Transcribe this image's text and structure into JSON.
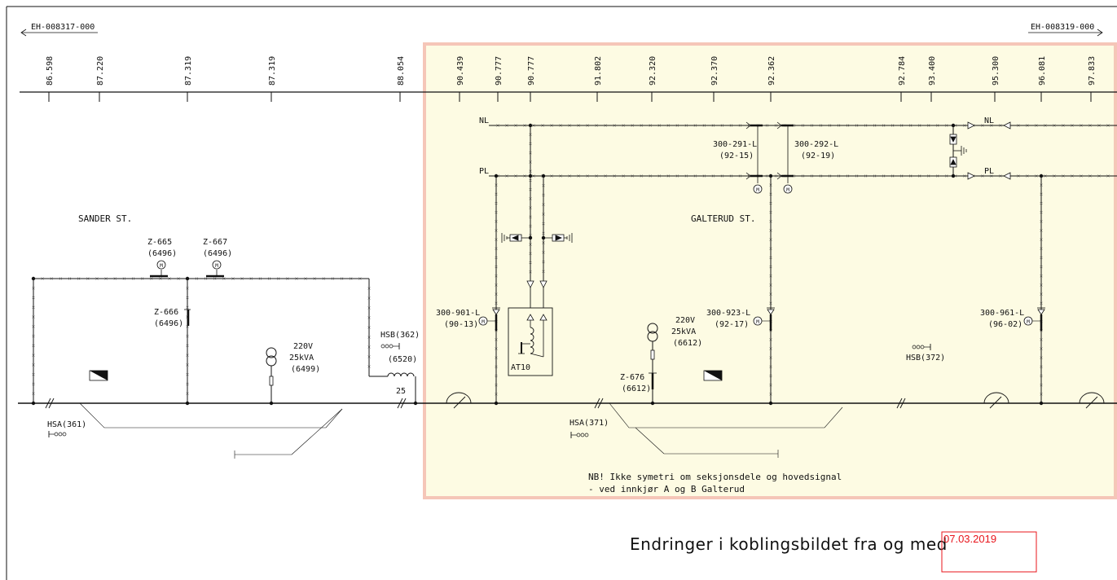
{
  "references": {
    "left": "EH-008317-000",
    "right": "EH-008319-000"
  },
  "km_ticks": [
    {
      "label": "86.598",
      "value": 86.598
    },
    {
      "label": "87.220",
      "value": 87.22
    },
    {
      "label": "87.319",
      "value": 87.319
    },
    {
      "label": "87.319",
      "value": 87.319
    },
    {
      "label": "88.054",
      "value": 88.054
    },
    {
      "label": "90.439",
      "value": 90.439
    },
    {
      "label": "90.777",
      "value": 90.777
    },
    {
      "label": "90.777",
      "value": 90.777
    },
    {
      "label": "91.802",
      "value": 91.802
    },
    {
      "label": "92.320",
      "value": 92.32
    },
    {
      "label": "92.370",
      "value": 92.37
    },
    {
      "label": "92.362",
      "value": 92.362
    },
    {
      "label": "92.784",
      "value": 92.784
    },
    {
      "label": "93.400",
      "value": 93.4
    },
    {
      "label": "95.300",
      "value": 95.3
    },
    {
      "label": "96.081",
      "value": 96.081
    },
    {
      "label": "97.833",
      "value": 97.833
    }
  ],
  "stations": {
    "sander": "SANDER ST.",
    "galterud": "GALTERUD ST."
  },
  "lines": {
    "nl": "NL",
    "pl": "PL",
    "nl_right": "NL",
    "pl_right": "PL"
  },
  "switches": {
    "z665": [
      "Z-665",
      "(6496)"
    ],
    "z667": [
      "Z-667",
      "(6496)"
    ],
    "z666": [
      "Z-666",
      "(6496)"
    ],
    "z676": [
      "Z-676",
      "(6612)"
    ],
    "s291": [
      "300-291-L",
      "(92-15)"
    ],
    "s292": [
      "300-292-L",
      "(92-19)"
    ],
    "s901": [
      "300-901-L",
      "(90-13)"
    ],
    "s923": [
      "300-923-L",
      "(92-17)"
    ],
    "s961": [
      "300-961-L",
      "(96-02)"
    ]
  },
  "transformers": {
    "t1": [
      "220V",
      "25kVA",
      "(6499)"
    ],
    "t2": [
      "220V",
      "25kVA",
      "(6612)"
    ]
  },
  "hsb362": [
    "HSB(362)",
    "(6520)"
  ],
  "hsb372": "HSB(372)",
  "hsa361": "HSA(361)",
  "hsa371": "HSA(371)",
  "section25": "25",
  "at10": "AT10",
  "motor_symbol": "M",
  "note": [
    "NB! Ikke symetri om seksjonsdele og hovedsignal",
    "- ved innkjør A og B Galterud"
  ],
  "footer": {
    "text": "Endringer i koblingsbildet fra og med",
    "date": "07.03.2019"
  },
  "colors": {
    "highlight_fill": "#fdfbe3",
    "highlight_border": "#f5c6b8",
    "date_red": "#e8141b",
    "line": "#111111"
  }
}
